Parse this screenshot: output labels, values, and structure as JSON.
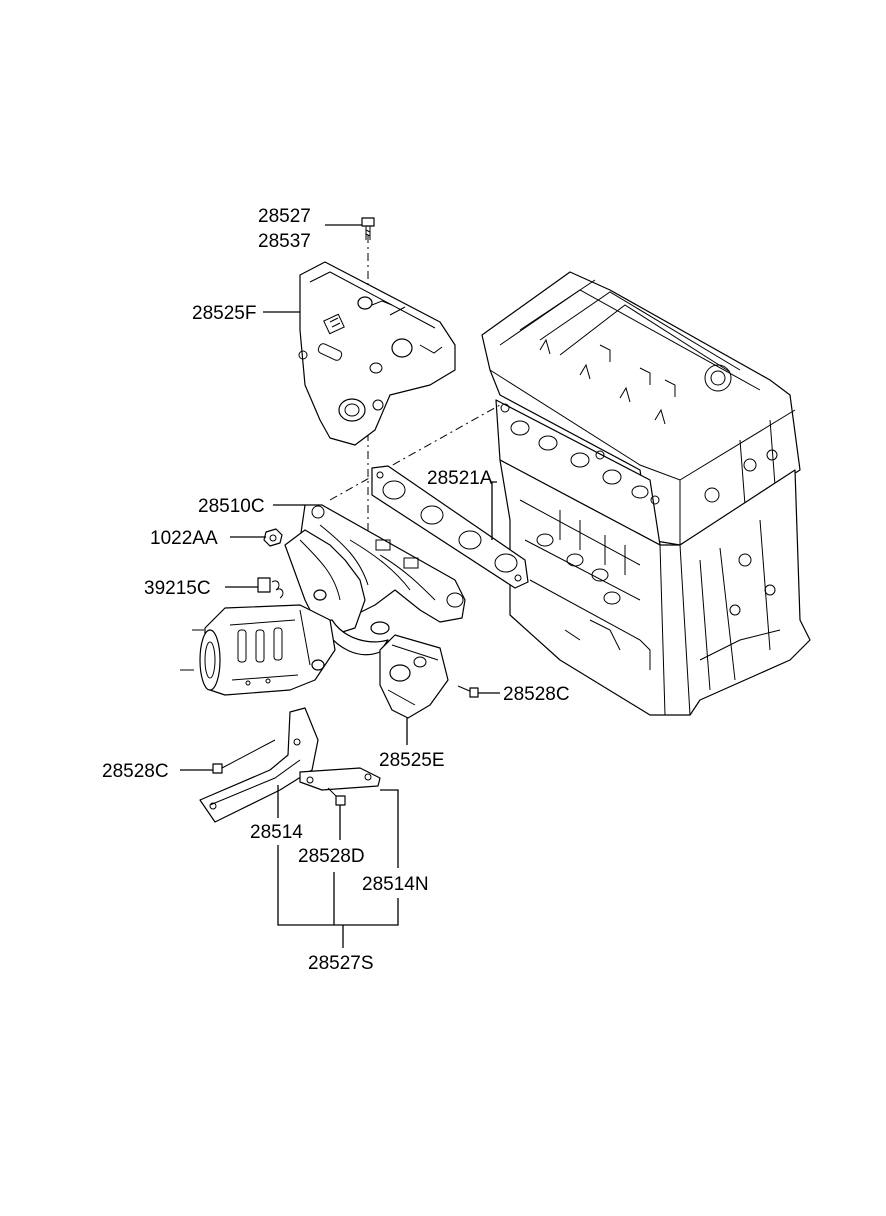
{
  "callouts": {
    "p28527": "28527",
    "p28537": "28537",
    "p28525F": "28525F",
    "p28521A": "28521A",
    "p28510C": "28510C",
    "p1022AA": "1022AA",
    "p39215C": "39215C",
    "p28528C_right": "28528C",
    "p28525E": "28525E",
    "p28528C_left": "28528C",
    "p28514": "28514",
    "p28528D": "28528D",
    "p28514N": "28514N",
    "p28527S": "28527S"
  }
}
